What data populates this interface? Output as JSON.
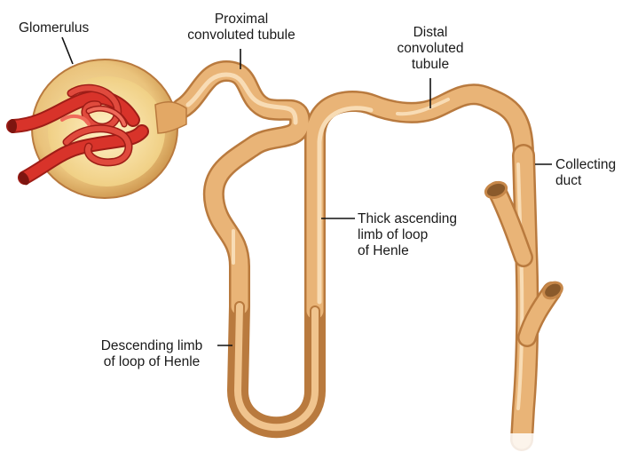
{
  "labels": {
    "glomerulus": "Glomerulus",
    "proximal_line1": "Proximal",
    "proximal_line2": "convoluted tubule",
    "distal_line1": "Distal",
    "distal_line2": "convoluted",
    "distal_line3": "tubule",
    "collecting_line1": "Collecting",
    "collecting_line2": "duct",
    "thick_line1": "Thick ascending",
    "thick_line2": "limb of loop",
    "thick_line3": "of Henle",
    "descending_line1": "Descending limb",
    "descending_line2": "of loop of Henle"
  },
  "colors": {
    "tubule": "#e9b477",
    "tubule_dark": "#c7884a",
    "tubule_light": "#f8dcb5",
    "capillary": "#d8332a",
    "capillary_dark": "#9e1d17",
    "capsule": "#e9c37f",
    "capsule_inner": "#f6e2a8"
  }
}
